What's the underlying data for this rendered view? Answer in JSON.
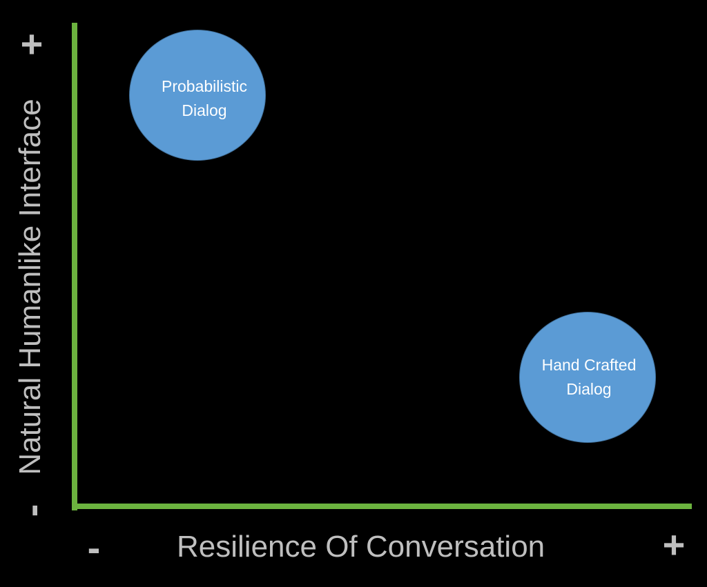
{
  "diagram": {
    "x_axis": {
      "title": "Resilience Of Conversation",
      "min_sign": "-",
      "max_sign": "+"
    },
    "y_axis": {
      "title": "Natural Humanlike Interface",
      "min_sign": "-",
      "max_sign": "+"
    },
    "bubbles": [
      {
        "label": "Probabilistic\nDialog"
      },
      {
        "label": "Hand Crafted\nDialog"
      }
    ],
    "colors": {
      "background": "#000000",
      "axis_line": "#6cb33f",
      "bubble_fill": "#5b9bd5",
      "bubble_border": "#41719c",
      "bubble_text": "#ffffff",
      "axis_text": "#bfbfbf"
    }
  }
}
